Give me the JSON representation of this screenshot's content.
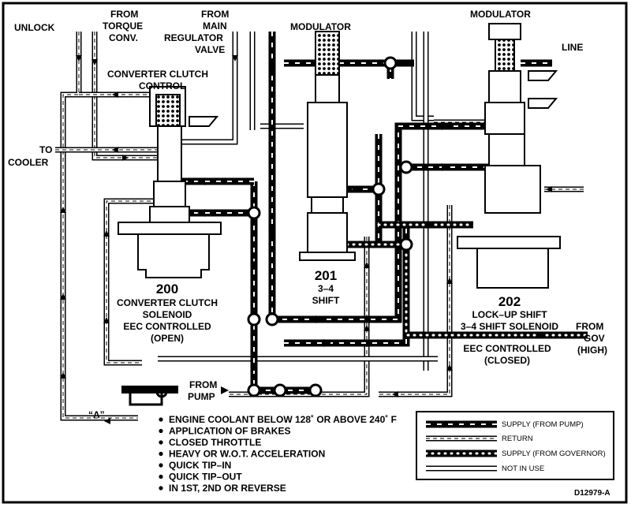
{
  "labels": {
    "unlock": "UNLOCK",
    "from_torque_1": "FROM",
    "from_torque_2": "TORQUE",
    "from_torque_3": "CONV.",
    "from_main_1": "FROM",
    "from_main_2": "MAIN",
    "from_main_3": "REGULATOR",
    "from_main_4": "VALVE",
    "modulator_left": "MODULATOR",
    "modulator_right": "MODULATOR",
    "line": "LINE",
    "ccc_1": "CONVERTER CLUTCH",
    "ccc_2": "CONTROL",
    "to_cooler_1": "TO",
    "to_cooler_2": "COOLER",
    "from_pump_1": "FROM",
    "from_pump_2": "PUMP",
    "from_gov_1": "FROM",
    "from_gov_2": "GOV",
    "from_gov_3": "(HIGH)",
    "point_a": "“A”",
    "figure_id": "D12979-A"
  },
  "components": {
    "c200": {
      "number": "200",
      "line1": "CONVERTER CLUTCH",
      "line2": "SOLENOID",
      "line3": "EEC CONTROLLED",
      "line4": "(OPEN)"
    },
    "c201": {
      "number": "201",
      "line1": "3–4",
      "line2": "SHIFT"
    },
    "c202": {
      "number": "202",
      "line1": "LOCK–UP SHIFT",
      "line2": "3–4 SHIFT SOLENOID",
      "line3": "EEC CONTROLLED",
      "line4": "(CLOSED)"
    }
  },
  "conditions": [
    "ENGINE COOLANT BELOW 128˚ OR ABOVE 240˚ F",
    "APPLICATION OF BRAKES",
    "CLOSED THROTTLE",
    "HEAVY OR W.O.T. ACCELERATION",
    "QUICK TIP–IN",
    "QUICK TIP–OUT",
    "IN 1ST, 2ND OR REVERSE"
  ],
  "legend": [
    {
      "label": "SUPPLY (FROM PUMP)",
      "style": "supply-pump"
    },
    {
      "label": "RETURN",
      "style": "return"
    },
    {
      "label": "SUPPLY (FROM GOVERNOR)",
      "style": "supply-governor"
    },
    {
      "label": "NOT IN USE",
      "style": "not-in-use"
    }
  ],
  "colors": {
    "ink": "#000000",
    "paper": "#ffffff"
  }
}
